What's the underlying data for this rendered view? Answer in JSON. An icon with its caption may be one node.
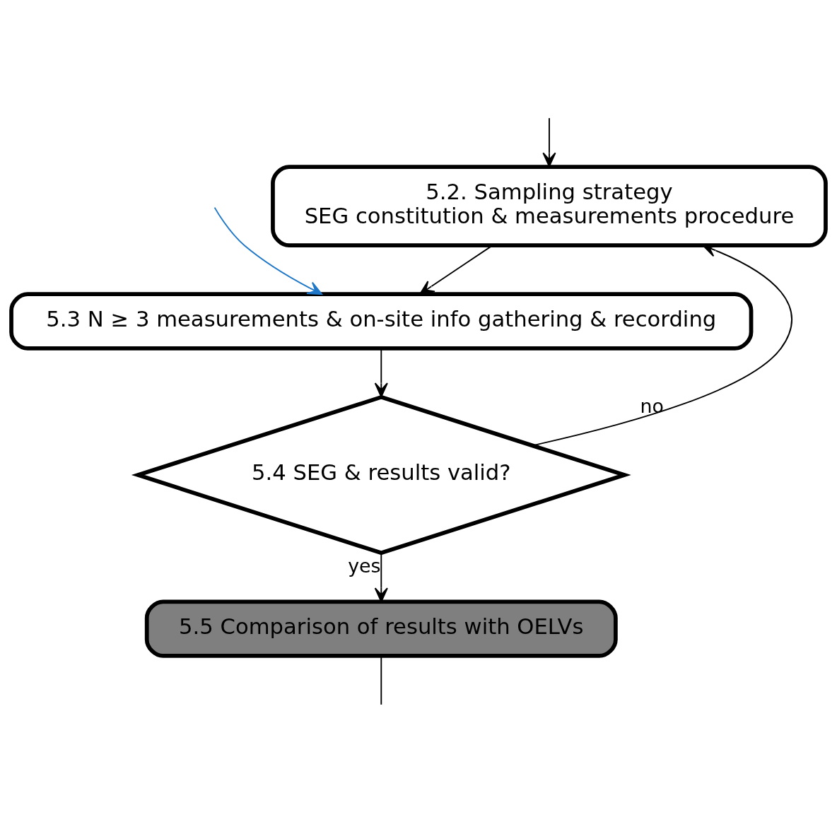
{
  "diagram": {
    "nodes": [
      {
        "text": [
          "5.2. Sampling strategy",
          "SEG constitution & measurements procedure"
        ]
      },
      {
        "text": [
          "5.3 N ≥ 3 measurements & on-site info gathering & recording"
        ]
      },
      {
        "text": [
          "5.4 SEG & results valid?"
        ]
      },
      {
        "text": [
          "5.5 Comparison of results with OELVs"
        ]
      }
    ],
    "edges": [
      {
        "from": null,
        "to": 0,
        "arrow": "to"
      },
      {
        "from": 0,
        "to": 1,
        "arrow": "to"
      },
      {
        "from": 1,
        "to": 2,
        "arrow": "to"
      },
      {
        "from": 2,
        "to": 0,
        "arrow": "to",
        "label": "no"
      },
      {
        "from": 2,
        "to": 3,
        "arrow": "to",
        "label": "yes"
      },
      {
        "from": null,
        "to": 1,
        "arrow": "to",
        "color": "#1f77c8"
      },
      {
        "from": 3,
        "to": null,
        "arrow": "none"
      }
    ]
  }
}
